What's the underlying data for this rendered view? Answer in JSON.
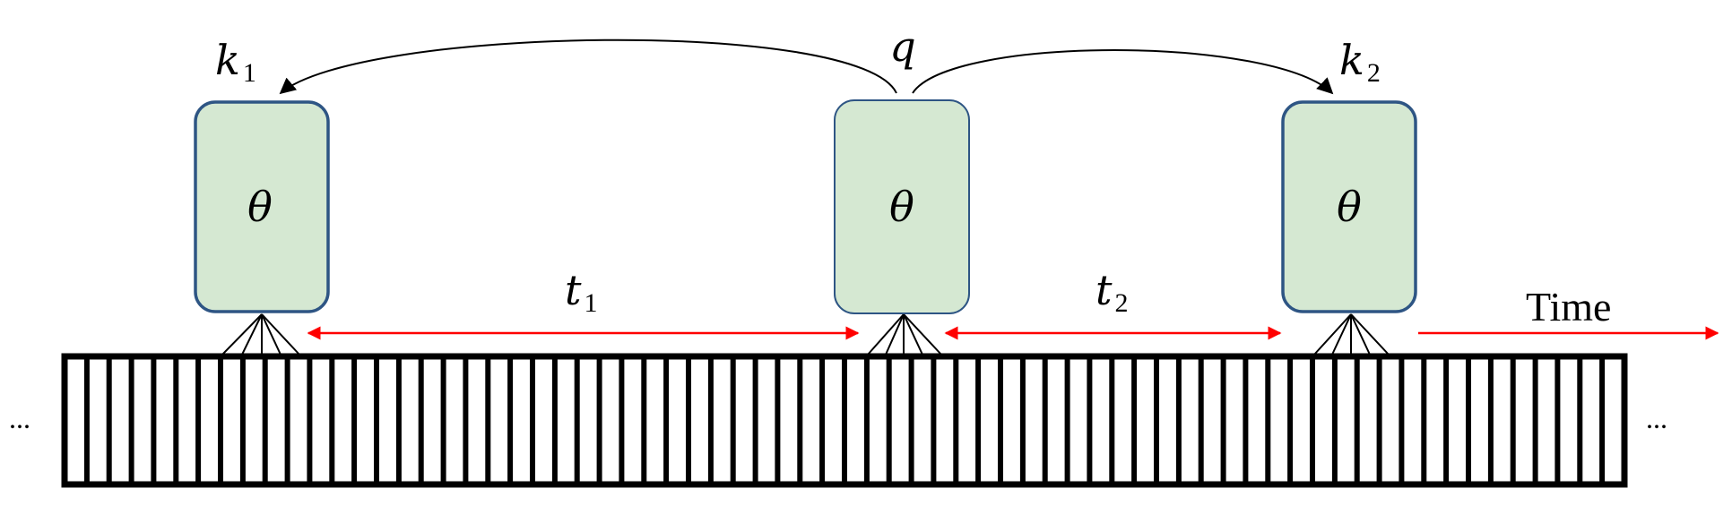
{
  "diagram": {
    "encoders": [
      {
        "symbol": "θ",
        "role_label": "k",
        "role_subscript": "1"
      },
      {
        "symbol": "θ",
        "role_label": "q",
        "role_subscript": ""
      },
      {
        "symbol": "θ",
        "role_label": "k",
        "role_subscript": "2"
      }
    ],
    "intervals": [
      {
        "label": "t",
        "subscript": "1"
      },
      {
        "label": "t",
        "subscript": "2"
      }
    ],
    "time_label": "Time",
    "ellipsis_left": "...",
    "ellipsis_right": "...",
    "stripe_count": 70,
    "colors": {
      "encoder_fill": "#d5e8d2",
      "encoder_stroke": "#2e5584",
      "interval_arrow": "#ff0000",
      "attention_arrow": "#000000"
    }
  }
}
